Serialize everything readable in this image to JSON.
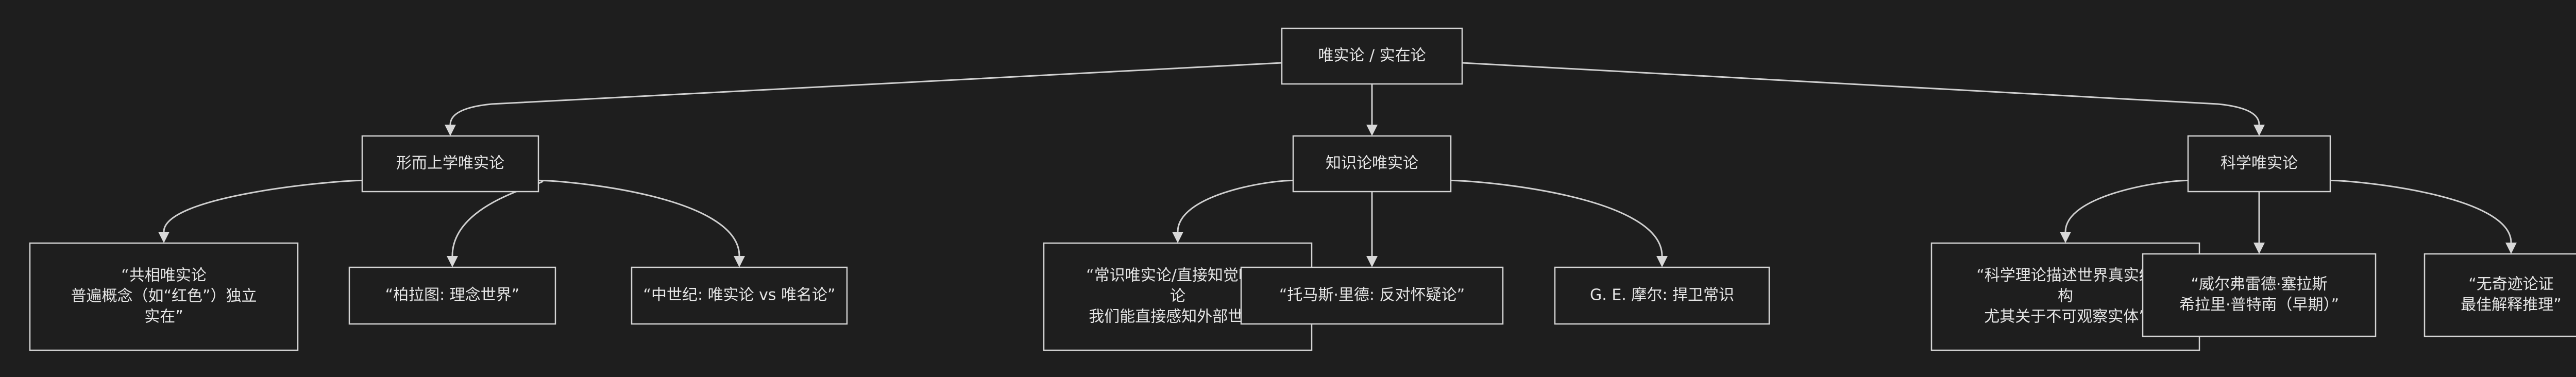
{
  "diagram": {
    "root": {
      "lines": [
        "唯实论 / 实在论"
      ]
    },
    "branches": [
      {
        "key": "metaphysical",
        "lines": [
          "形而上学唯实论"
        ],
        "children": [
          {
            "key": "universals",
            "lines": [
              "“共相唯实论",
              "普遍概念（如“红色”）独立",
              "实在”"
            ]
          },
          {
            "key": "plato",
            "lines": [
              "“柏拉图: 理念世界”"
            ]
          },
          {
            "key": "medieval",
            "lines": [
              "“中世纪: 唯实论 vs 唯名论”"
            ]
          }
        ]
      },
      {
        "key": "epistemic",
        "lines": [
          "知识论唯实论"
        ],
        "children": [
          {
            "key": "common-sense",
            "lines": [
              "“常识唯实论/直接知觉唯实",
              "论",
              "我们能直接感知外部世界”"
            ]
          },
          {
            "key": "reid",
            "lines": [
              "“托马斯·里德: 反对怀疑论”"
            ]
          },
          {
            "key": "moore",
            "lines": [
              "G. E. 摩尔: 捍卫常识"
            ]
          }
        ]
      },
      {
        "key": "scientific",
        "lines": [
          "科学唯实论"
        ],
        "children": [
          {
            "key": "structure",
            "lines": [
              "“科学理论描述世界真实结",
              "构",
              "尤其关于不可观察实体”"
            ]
          },
          {
            "key": "sellars",
            "lines": [
              "“威尔弗雷德·塞拉斯",
              "希拉里·普特南（早期）”"
            ]
          },
          {
            "key": "no-miracles",
            "lines": [
              "“无奇迹论证",
              "最佳解释推理”"
            ]
          }
        ]
      }
    ]
  }
}
